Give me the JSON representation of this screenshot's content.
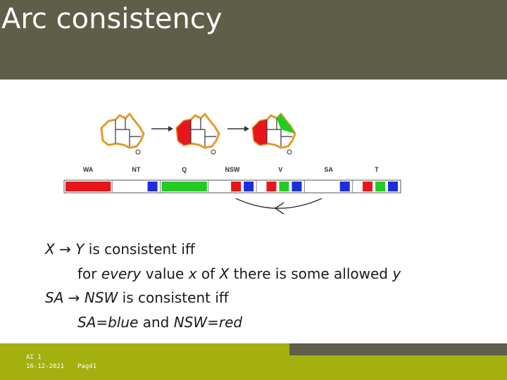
{
  "slide": {
    "title": "Arc consistency",
    "colors": {
      "title_bar": "#5e5e49",
      "footer": "#a3b00f",
      "red": "#e8161b",
      "green": "#22cc22",
      "blue": "#1a2ee0"
    }
  },
  "figure": {
    "variables": [
      "WA",
      "NT",
      "Q",
      "NSW",
      "V",
      "SA",
      "T"
    ],
    "domains": [
      [
        "red"
      ],
      [
        "blue"
      ],
      [
        "green"
      ],
      [
        "red",
        "blue"
      ],
      [
        "red",
        "green",
        "blue"
      ],
      [
        "blue"
      ],
      [
        "red",
        "green",
        "blue"
      ]
    ]
  },
  "body": {
    "line1_x": "X",
    "line1_y": "Y",
    "line1_rest": " is consistent iff",
    "line2_pre": "for ",
    "line2_every": "every",
    "line2_mid": " value ",
    "line2_x": "x",
    "line2_of": " of ",
    "line2_X": "X",
    "line2_post": " there is some allowed ",
    "line2_y": "y",
    "line3_sa": "SA",
    "line3_nsw": "NSW",
    "line3_rest": " is consistent iff",
    "line4_sa": "SA=blue",
    "line4_and": " and ",
    "line4_nsw": "NSW=red"
  },
  "footer": {
    "course": "AI 1",
    "date": "16-12-2021",
    "page": "Pag41"
  }
}
